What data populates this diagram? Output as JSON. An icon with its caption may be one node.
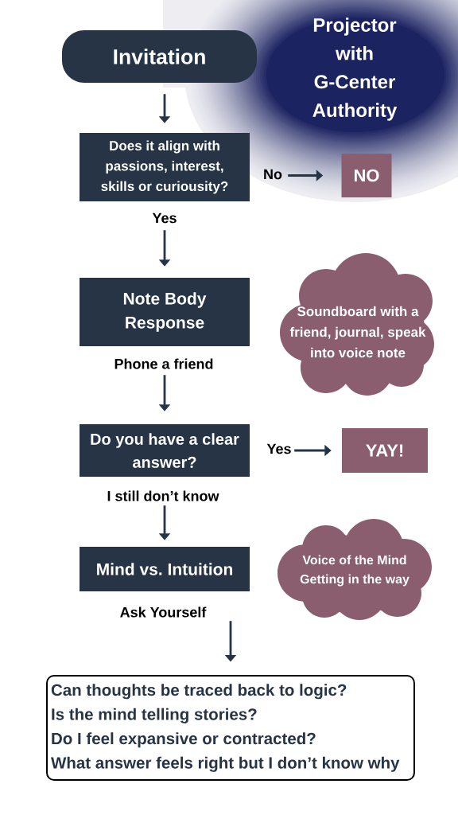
{
  "diagram": {
    "title": "Projector with G-Center Authority",
    "nodes": [
      {
        "text": [
          "Invitation"
        ]
      },
      {
        "text": [
          "Does it align with passions, interest, skills or curiousity?"
        ]
      },
      {
        "text": [
          "NO"
        ]
      },
      {
        "text": [
          "Note Body Response"
        ]
      },
      {
        "text": [
          "Soundboard with a friend, journal, speak into voice note"
        ]
      },
      {
        "text": [
          "Do you have a clear answer?"
        ]
      },
      {
        "text": [
          "YAY!"
        ]
      },
      {
        "text": [
          "Mind vs. Intuition"
        ]
      },
      {
        "text": [
          "Voice of the Mind Getting in the way"
        ]
      },
      {
        "text": [
          "Can thoughts be traced back to logic?",
          "Is the mind telling stories?",
          "Do I feel expansive or contracted?",
          "What answer feels right but I don’t know why"
        ]
      }
    ],
    "edges": [
      {
        "from": 0,
        "to": 1,
        "arrow": "to"
      },
      {
        "from": 1,
        "to": 2,
        "arrow": "to",
        "label": "No"
      },
      {
        "from": 1,
        "to": 3,
        "arrow": "to",
        "label": "Yes"
      },
      {
        "from": 3,
        "to": 5,
        "arrow": "to",
        "label": "Phone a friend"
      },
      {
        "from": 5,
        "to": 6,
        "arrow": "to",
        "label": "Yes"
      },
      {
        "from": 5,
        "to": 7,
        "arrow": "to",
        "label": "I still don’t know"
      },
      {
        "from": 7,
        "to": 9,
        "arrow": "to",
        "label": "Ask Yourself"
      }
    ]
  }
}
